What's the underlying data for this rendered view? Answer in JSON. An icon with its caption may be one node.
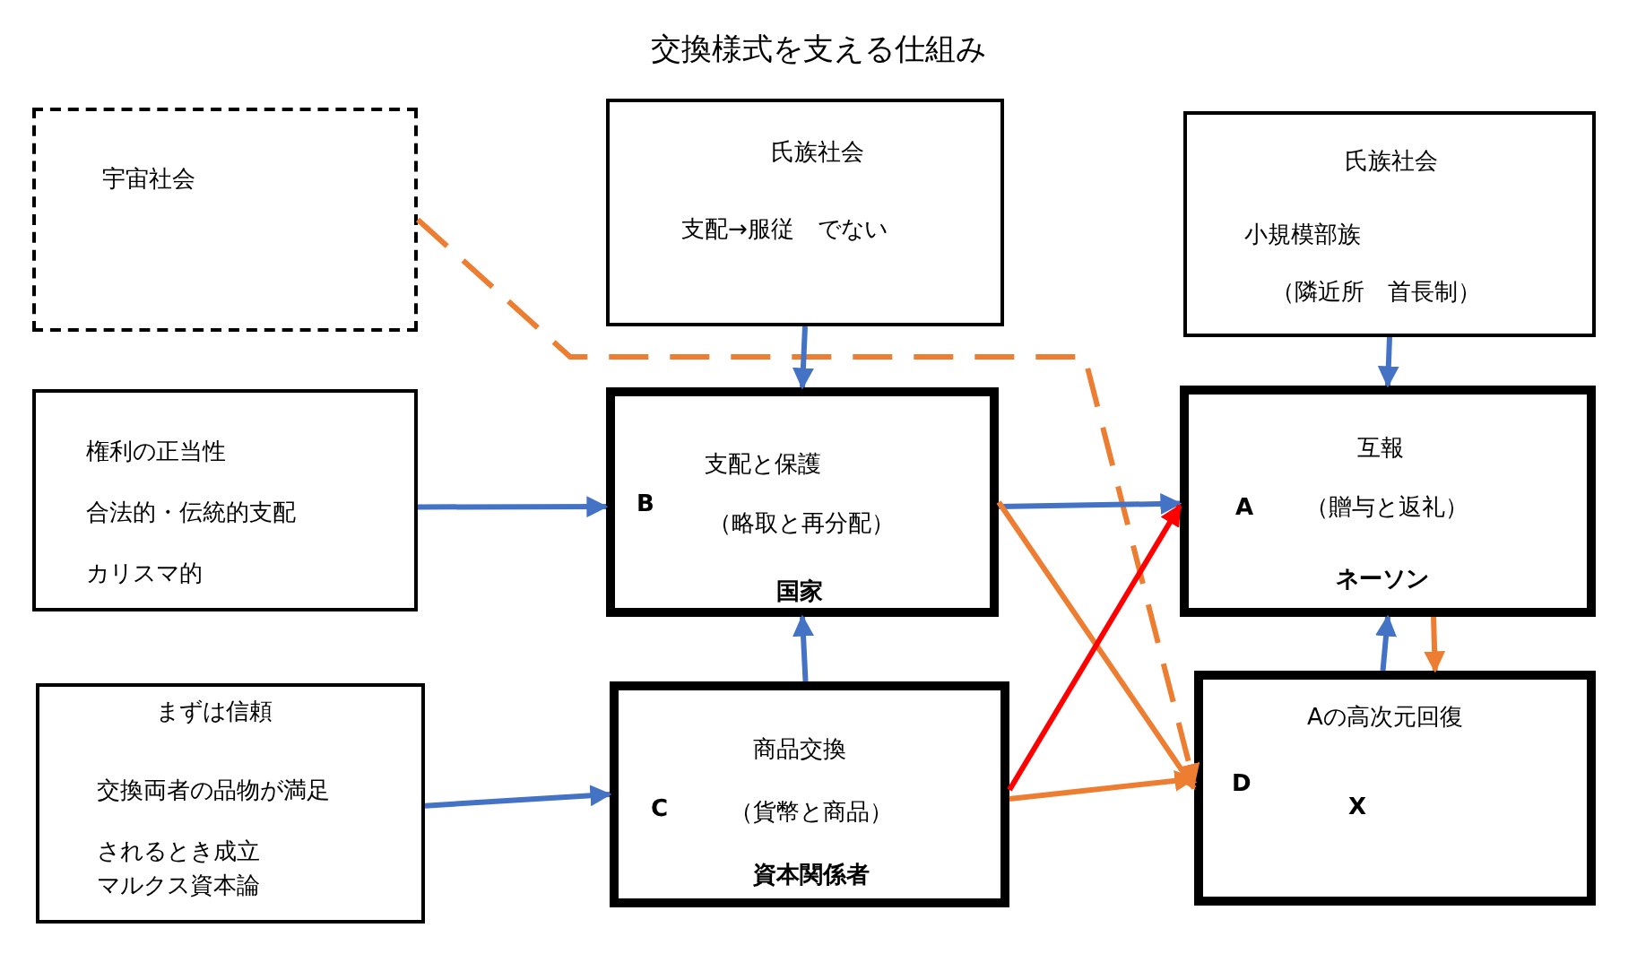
{
  "diagram": {
    "title": "交換様式を支える仕組み",
    "nodes": [
      {
        "text": [
          "宇宙社会"
        ]
      },
      {
        "text": [
          "氏族社会",
          "支配→服従　でない"
        ]
      },
      {
        "text": [
          "氏族社会",
          "小規模部族",
          "（隣近所　首長制）"
        ]
      },
      {
        "text": [
          "権利の正当性",
          "合法的・伝統的支配",
          "カリスマ的"
        ]
      },
      {
        "text": [
          "B",
          "支配と保護",
          "（略取と再分配）",
          "国家"
        ]
      },
      {
        "text": [
          "互報",
          "A",
          "（贈与と返礼）",
          "ネーソン"
        ]
      },
      {
        "text": [
          "まずは信頼",
          "交換両者の品物が満足されるとき成立",
          "マルクス資本論"
        ]
      },
      {
        "text": [
          "商品交換",
          "C",
          "（貨幣と商品）",
          "資本関係者"
        ]
      },
      {
        "text": [
          "Aの高次元回復",
          "D",
          "X"
        ]
      }
    ],
    "edges": [
      {
        "from": 0,
        "to": 8,
        "arrow": "to",
        "style": "dashed",
        "color": "#ed7d31"
      },
      {
        "from": 1,
        "to": 4,
        "arrow": "to"
      },
      {
        "from": 2,
        "to": 5,
        "arrow": "to"
      },
      {
        "from": 3,
        "to": 4,
        "arrow": "to"
      },
      {
        "from": 4,
        "to": 5,
        "arrow": "to"
      },
      {
        "from": 4,
        "to": 8,
        "arrow": "to",
        "color": "#ed7d31"
      },
      {
        "from": 6,
        "to": 7,
        "arrow": "to"
      },
      {
        "from": 7,
        "to": 4,
        "arrow": "to"
      },
      {
        "from": 7,
        "to": 5,
        "arrow": "to",
        "color": "#ff0000"
      },
      {
        "from": 7,
        "to": 8,
        "arrow": "to",
        "color": "#ed7d31"
      },
      {
        "from": 8,
        "to": 5,
        "arrow": "to"
      },
      {
        "from": 5,
        "to": 8,
        "arrow": "to",
        "color": "#ed7d31"
      }
    ]
  }
}
